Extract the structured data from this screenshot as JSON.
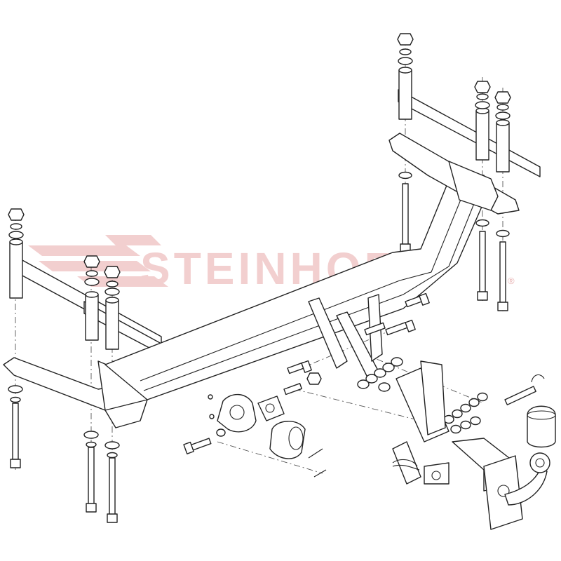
{
  "brand": {
    "name": "STEINHOF",
    "registered_mark": "®",
    "color": "#f2cfcf"
  },
  "parts": {
    "crossbar": "main-crossbar",
    "tow_ball": "tow-ball",
    "socket": "electrical-socket",
    "cover": "socket-cover"
  }
}
